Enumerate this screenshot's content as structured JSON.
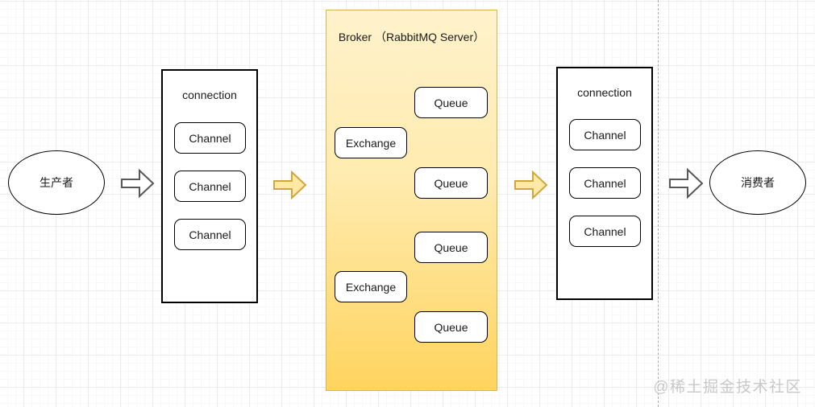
{
  "diagram": {
    "producer": {
      "label": "生产者"
    },
    "consumer": {
      "label": "消费者"
    },
    "left_connection": {
      "title": "connection",
      "channels": [
        "Channel",
        "Channel",
        "Channel"
      ]
    },
    "right_connection": {
      "title": "connection",
      "channels": [
        "Channel",
        "Channel",
        "Channel"
      ]
    },
    "broker": {
      "title": "Broker （RabbitMQ Server）",
      "exchanges": [
        "Exchange",
        "Exchange"
      ],
      "queues": [
        "Queue",
        "Queue",
        "Queue",
        "Queue"
      ]
    },
    "watermark": "@稀土掘金技术社区",
    "icons": {
      "flow_arrow_gray": "right-block-arrow",
      "flow_arrow_yellow": "right-block-arrow",
      "connector": "elbow-arrow"
    },
    "colors": {
      "broker_fill_top": "#FFF2CC",
      "broker_fill_bottom": "#FFD45E",
      "broker_border": "#D6B656",
      "yellow_arrow_fill": "#FFE9A5",
      "yellow_arrow_border": "#D0A73F",
      "gray_arrow_border": "#595959",
      "node_border": "#000000",
      "grid_line": "#ececec",
      "dashed_boundary": "#ababab",
      "watermark_text": "#c8c8c8"
    }
  }
}
